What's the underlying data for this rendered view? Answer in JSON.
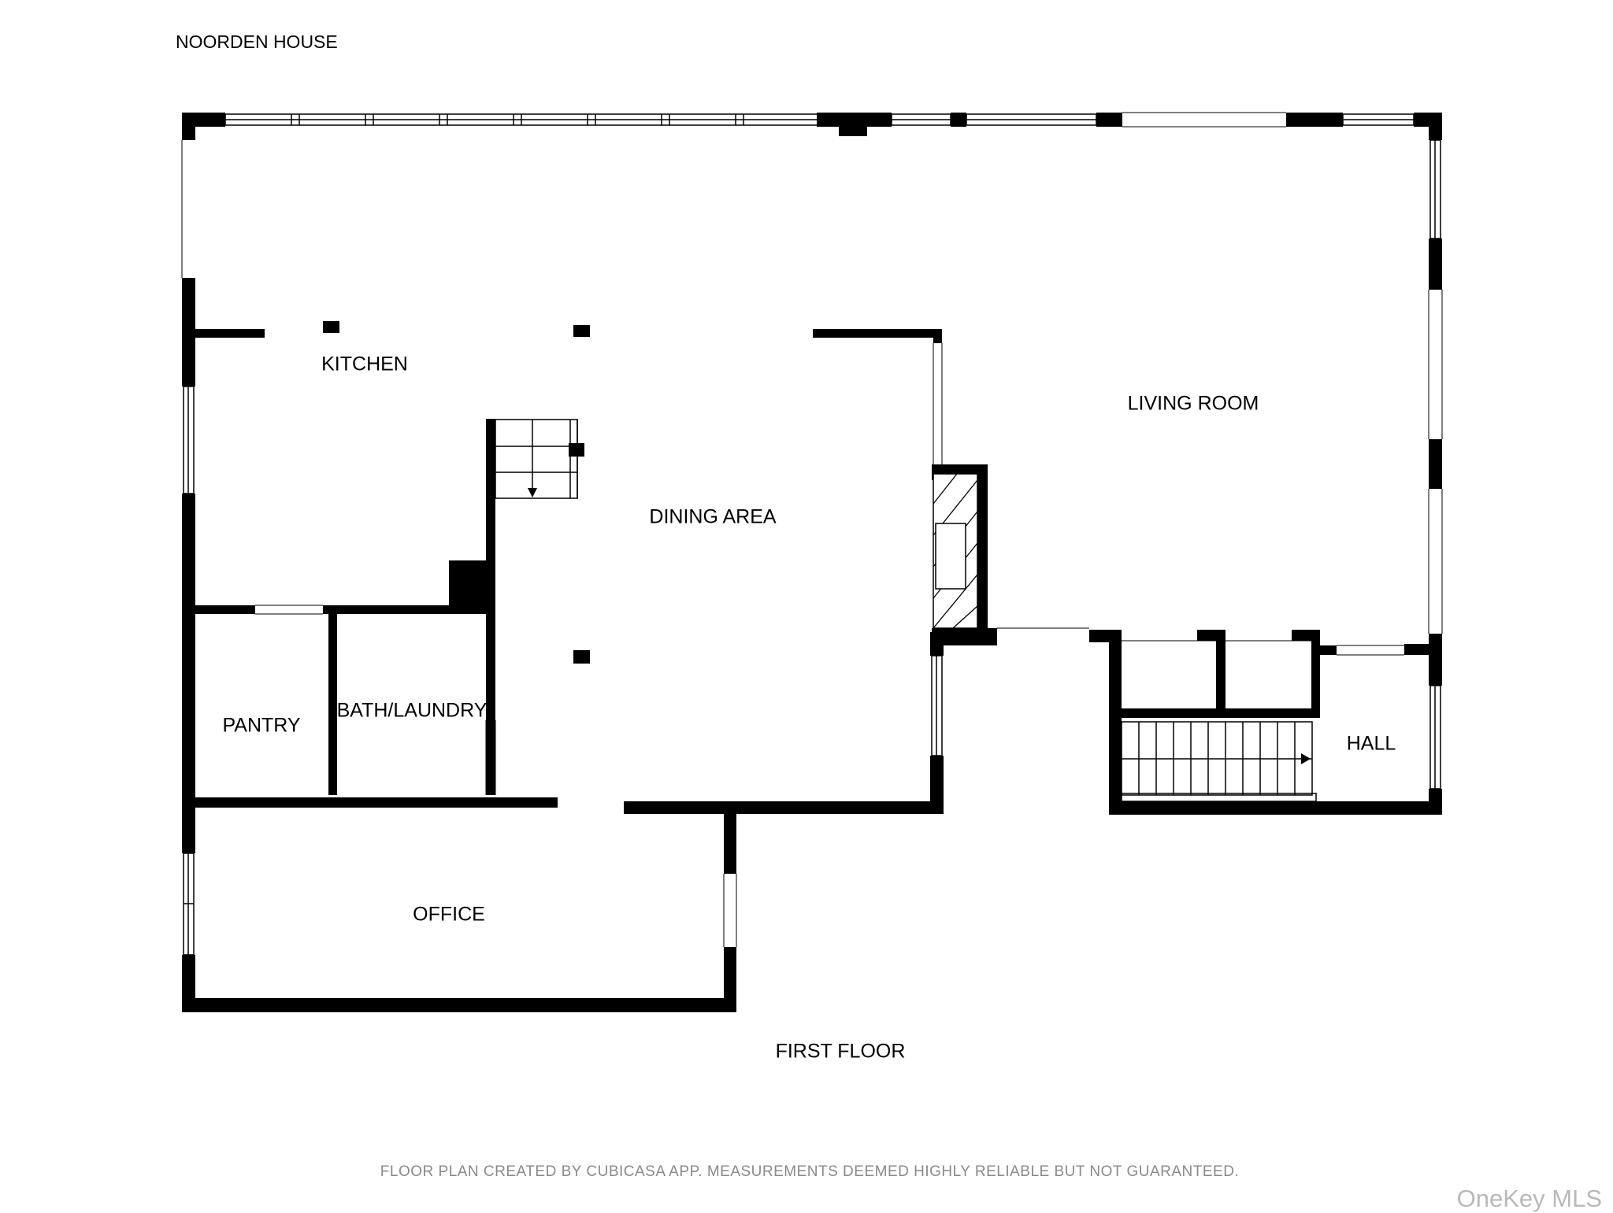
{
  "plan": {
    "title": "NOORDEN HOUSE",
    "floor_label": "FIRST FLOOR",
    "rooms": {
      "kitchen": "KITCHEN",
      "living_room": "LIVING ROOM",
      "dining_area": "DINING AREA",
      "pantry": "PANTRY",
      "bath_laundry": "BATH/LAUNDRY",
      "hall": "HALL",
      "office": "OFFICE"
    },
    "disclaimer": "FLOOR PLAN CREATED BY CUBICASA APP. MEASUREMENTS DEEMED HIGHLY RELIABLE BUT NOT GUARANTEED.",
    "watermark": "OneKey MLS"
  },
  "colors": {
    "wall": "#000000",
    "background": "#ffffff",
    "disclaimer_text": "#8a8a8a",
    "watermark_text": "#b9b9b9"
  }
}
